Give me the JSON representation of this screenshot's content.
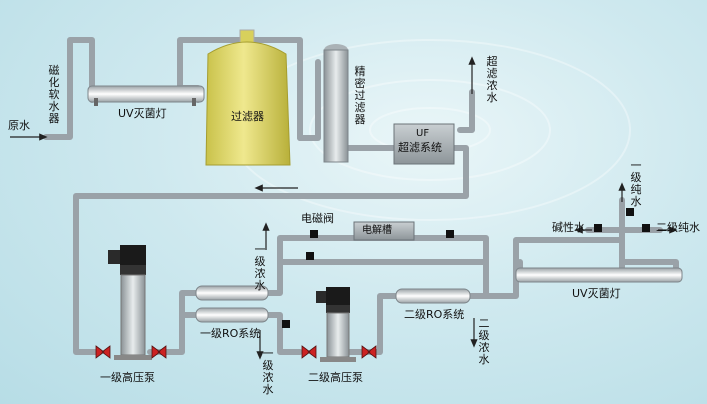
{
  "labels": {
    "raw_water": "原水",
    "softener": "磁化软水器",
    "uv_top": "UV灭菌灯",
    "filter": "过滤器",
    "precision_filter": "精密过滤器",
    "uf_line1": "UF",
    "uf_line2": "超滤系统",
    "uf_concentrate": "超滤浓水",
    "ro1_concentrate": "一级浓水",
    "electrolyzer": "电解槽",
    "solenoid": "电磁阀",
    "primary_pure": "一级纯水",
    "alkaline": "碱性水",
    "secondary_pure": "二级纯水",
    "uv_right": "UV灭菌灯",
    "ro1_system": "一级RO系统",
    "ro2_system": "二级RO系统",
    "ro1_concentrate_bottom": "一级浓水",
    "ro2_concentrate": "二级浓水",
    "pump1": "一级高压泵",
    "pump2": "二级高压泵"
  },
  "colors": {
    "pipe": "#9aa2a8",
    "tank": "#ddd56a",
    "valve_red": "#cc2222",
    "background": "#cfe9ef"
  }
}
